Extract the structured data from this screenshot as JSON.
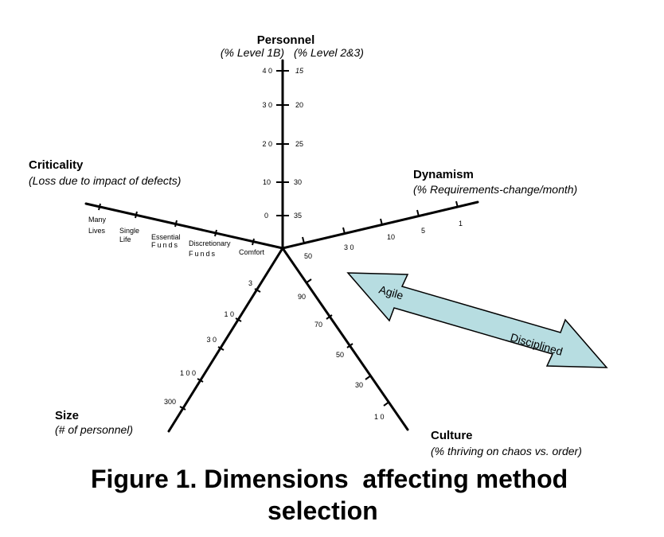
{
  "personnel": {
    "title": "Personnel",
    "subtitle_left": "(% Level 1B)",
    "subtitle_right": "(% Level 2&3)",
    "ticks_left": [
      "4 0",
      "3 0",
      "2 0",
      "10",
      "0"
    ],
    "ticks_right": [
      "15",
      "20",
      "25",
      "30",
      "35"
    ]
  },
  "criticality": {
    "title": "Criticality",
    "subtitle": "(Loss due to impact of defects)",
    "ticks": [
      {
        "lines": [
          "Many",
          "Lives"
        ]
      },
      {
        "lines": [
          "Single",
          "Life"
        ]
      },
      {
        "lines": [
          "Essential",
          "Funds"
        ]
      },
      {
        "lines": [
          "Discretionary",
          "Funds"
        ]
      },
      {
        "lines": [
          "Comfort"
        ]
      }
    ]
  },
  "dynamism": {
    "title": "Dynamism",
    "subtitle": "(% Requirements-change/month)",
    "ticks": [
      "50",
      "3 0",
      "10",
      "5",
      "1"
    ]
  },
  "size": {
    "title": "Size",
    "subtitle": "(# of personnel)",
    "ticks": [
      "3",
      "1 0",
      "3 0",
      "1 0 0",
      "300"
    ]
  },
  "culture": {
    "title": "Culture",
    "subtitle": "(% thriving on chaos vs. order)",
    "ticks": [
      "90",
      "70",
      "50",
      "30",
      "1 0"
    ]
  },
  "arrow": {
    "agile_label": "Agile",
    "disciplined_label": "Disciplined",
    "fill_color": "#b7dde1"
  },
  "caption": {
    "line1": "Figure 1. Dimensions  affecting method",
    "line2": "selection"
  }
}
